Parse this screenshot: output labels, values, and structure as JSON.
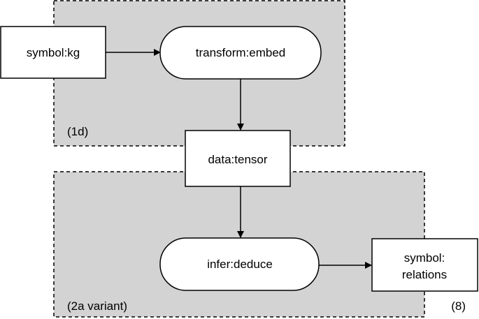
{
  "colors": {
    "group_fill": "#d3d3d3",
    "stroke": "#000000",
    "node_fill": "#ffffff"
  },
  "groups": {
    "top": {
      "label": "(1d)"
    },
    "bottom": {
      "label": "(2a variant)"
    }
  },
  "nodes": {
    "symbol_kg": {
      "label": "symbol:kg",
      "shape": "rectangle"
    },
    "transform_embed": {
      "label": "transform:embed",
      "shape": "rounded"
    },
    "data_tensor": {
      "label": "data:tensor",
      "shape": "rectangle"
    },
    "infer_deduce": {
      "label": "infer:deduce",
      "shape": "rounded"
    },
    "symbol_relations": {
      "label_line1": "symbol:",
      "label_line2": "relations",
      "shape": "rectangle"
    }
  },
  "figure_number": "(8)",
  "edges": [
    {
      "from": "symbol_kg",
      "to": "transform_embed"
    },
    {
      "from": "transform_embed",
      "to": "data_tensor"
    },
    {
      "from": "data_tensor",
      "to": "infer_deduce"
    },
    {
      "from": "infer_deduce",
      "to": "symbol_relations"
    }
  ]
}
